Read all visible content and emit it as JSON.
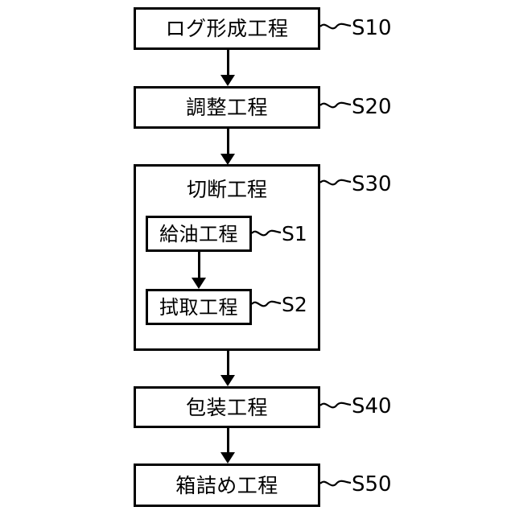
{
  "figure": {
    "type": "process-flowchart",
    "orientation": "vertical",
    "language": "ja",
    "line_color": "#000000",
    "background_color": "#ffffff"
  },
  "steps": [
    {
      "id": "s10",
      "label": "ログ形成工程",
      "ref": "S10",
      "leader": "tilde"
    },
    {
      "id": "s20",
      "label": "調整工程",
      "ref": "S20",
      "leader": "tilde"
    },
    {
      "id": "s30",
      "label": "切断工程",
      "ref": "S30",
      "leader": "tilde",
      "substeps": [
        {
          "id": "s1",
          "label": "給油工程",
          "ref": "S1",
          "leader": "tilde"
        },
        {
          "id": "s2",
          "label": "拭取工程",
          "ref": "S2",
          "leader": "tilde"
        }
      ]
    },
    {
      "id": "s40",
      "label": "包装工程",
      "ref": "S40",
      "leader": "tilde"
    },
    {
      "id": "s50",
      "label": "箱詰め工程",
      "ref": "S50",
      "leader": "tilde"
    }
  ],
  "connectors": [
    {
      "id": "s10-s20",
      "from": "s10",
      "to": "s20",
      "style": "solid-arrow-down"
    },
    {
      "id": "s20-s30",
      "from": "s20",
      "to": "s30",
      "style": "solid-arrow-down"
    },
    {
      "id": "s1-s2",
      "from": "s1",
      "to": "s2",
      "style": "solid-arrow-down"
    },
    {
      "id": "s30-s40",
      "from": "s30",
      "to": "s40",
      "style": "solid-arrow-down"
    },
    {
      "id": "s40-s50",
      "from": "s40",
      "to": "s50",
      "style": "solid-arrow-down"
    }
  ]
}
